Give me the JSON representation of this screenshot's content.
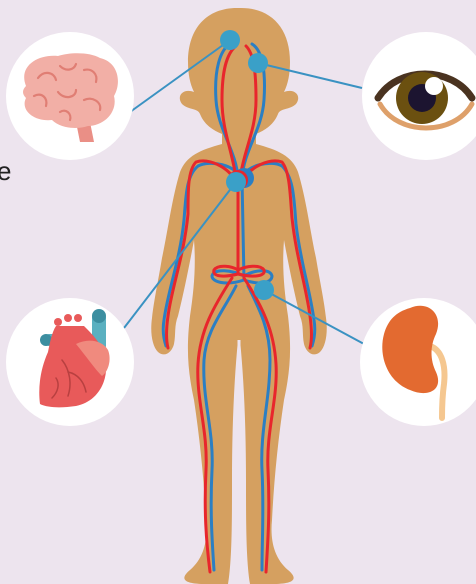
{
  "edge_text": "e",
  "colors": {
    "background": "#ede4ee",
    "body": "#d5a060",
    "body_outline": "#c58e4e",
    "artery": "#e8262c",
    "vein": "#2b7fc4",
    "marker": "#3aa0c8",
    "callout_line": "#3a92c2",
    "circle": "#ffffff",
    "brain": "#f2afa6",
    "heart": "#e85a5a",
    "eye_iris": "#6b5010",
    "kidney": "#e36a30"
  },
  "organs": [
    {
      "name": "brain",
      "icon": "brain-icon"
    },
    {
      "name": "eye",
      "icon": "eye-icon"
    },
    {
      "name": "heart",
      "icon": "heart-icon"
    },
    {
      "name": "kidney",
      "icon": "kidney-icon"
    }
  ]
}
